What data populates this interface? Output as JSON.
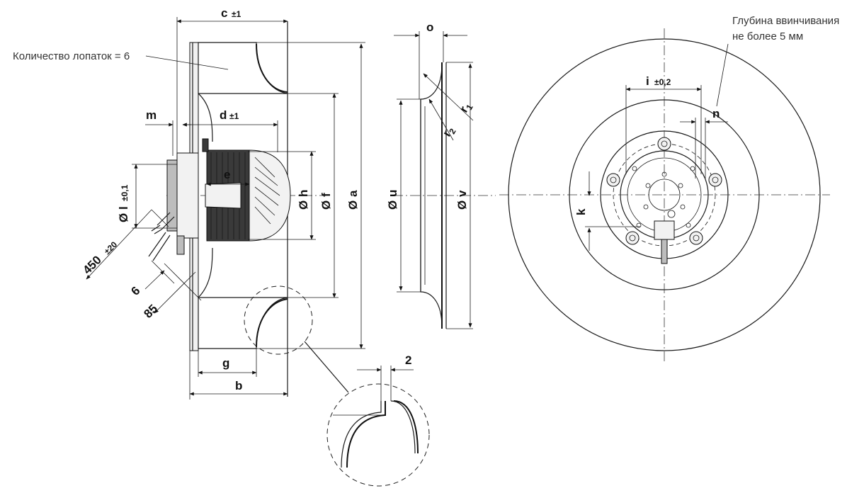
{
  "notes": {
    "blades": "Количество лопаток = 6",
    "depth_line1": "Глубина ввинчивания",
    "depth_line2": "не более 5 мм"
  },
  "dimensions": {
    "c": "c",
    "c_tol": "±1",
    "m": "m",
    "d": "d",
    "d_tol": "±1",
    "e": "e",
    "l": "Ø l",
    "l_tol": "±0,1",
    "h": "Ø h",
    "f": "Ø f",
    "a": "Ø a",
    "cable": "450",
    "cable_tol": "±20",
    "six": "6",
    "eightyfive": "85",
    "g": "g",
    "b": "b",
    "o": "o",
    "r1": "r",
    "r1_sub": "1",
    "r2": "r",
    "r2_sub": "2",
    "u": "Ø u",
    "v": "Ø v",
    "two": "2",
    "i": "i",
    "i_tol": "±0,2",
    "n": "n",
    "k": "k"
  }
}
